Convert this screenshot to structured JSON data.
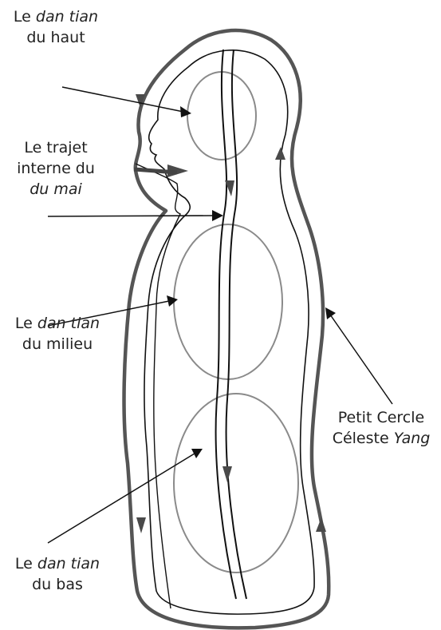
{
  "labels": {
    "upper": {
      "pre": "Le ",
      "em": "dan tian",
      "line2": "du haut"
    },
    "inner": {
      "line1": "Le trajet",
      "line2": "interne du",
      "em": "du mai"
    },
    "middle": {
      "pre": "Le ",
      "em": "dan tian",
      "line2": "du milieu"
    },
    "circle": {
      "line1": "Petit Cercle",
      "pre": "Céleste ",
      "em": "Yang"
    },
    "lower": {
      "pre": "Le ",
      "em": "dan tian",
      "line2": "du bas"
    }
  },
  "colors": {
    "outline": "#555555",
    "line": "#111111",
    "ellipse": "#8a8a8a",
    "arrow": "#4a4a4a"
  }
}
